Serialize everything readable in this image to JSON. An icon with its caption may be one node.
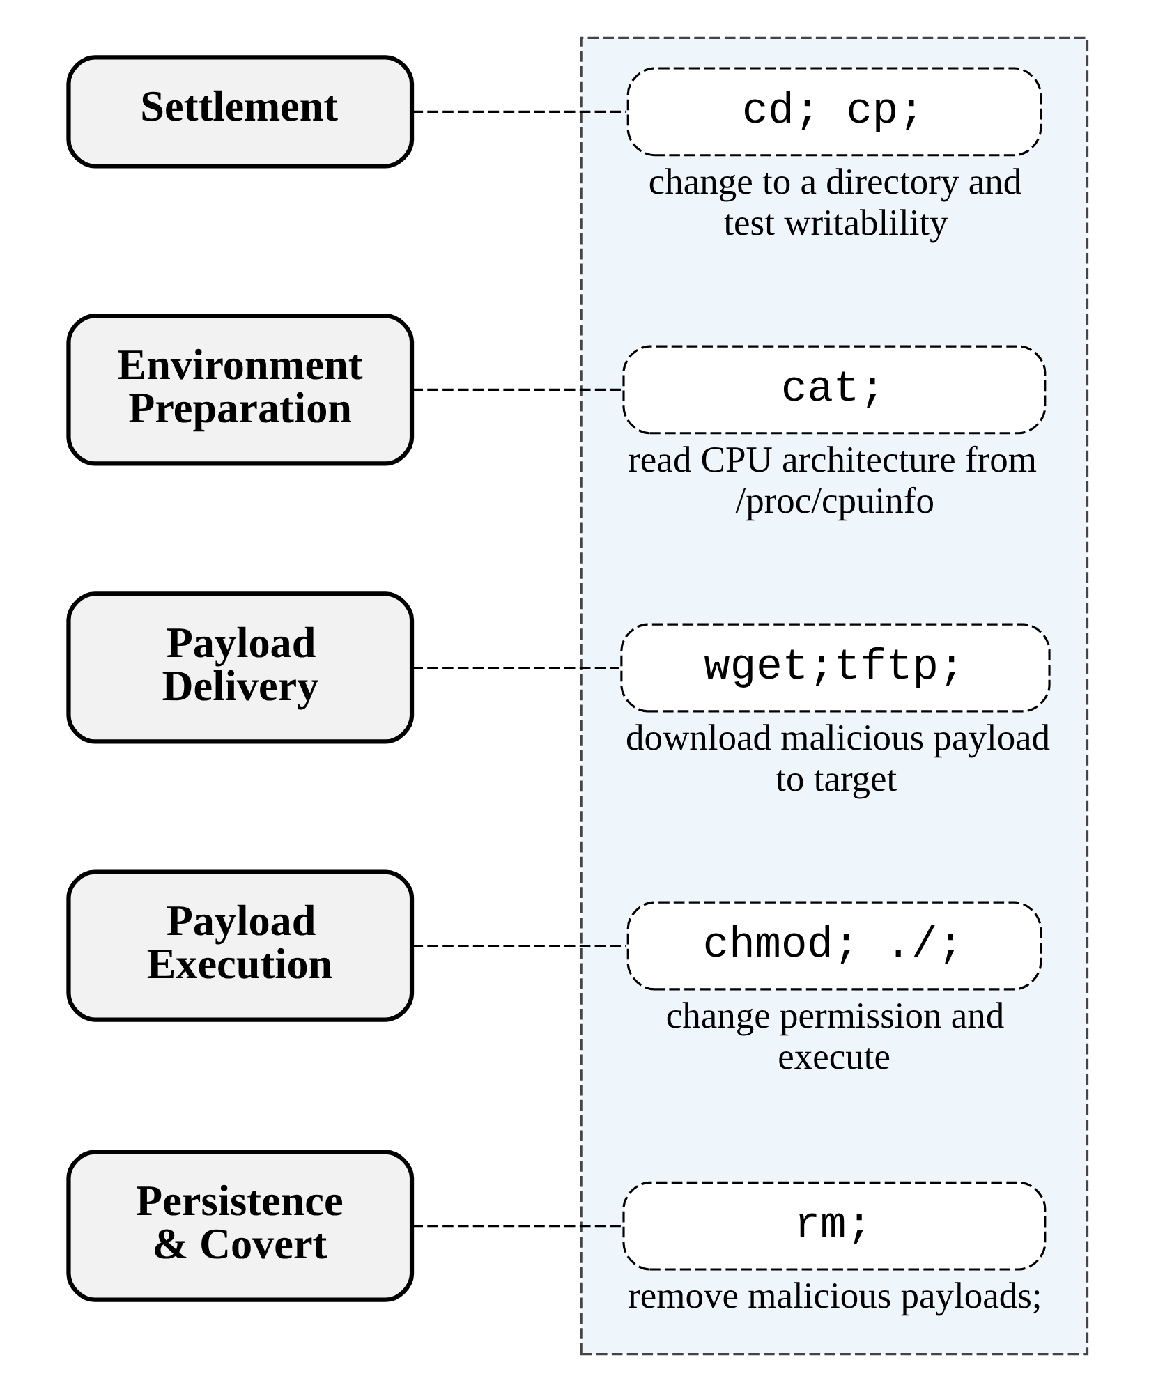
{
  "diagram": {
    "nodes": [
      {
        "text": [
          "Settlement"
        ]
      },
      {
        "text": [
          "Environment Preparation"
        ]
      },
      {
        "text": [
          "Payload Delivery"
        ]
      },
      {
        "text": [
          "Payload Execution"
        ]
      },
      {
        "text": [
          "Persistence & Covert"
        ]
      },
      {
        "text": [],
        "shape": "box"
      },
      {
        "text": [
          "cd; cp;"
        ],
        "in": 5,
        "beside": [
          "change to a directory and test writablility"
        ]
      },
      {
        "text": [
          "cat;"
        ],
        "in": 5,
        "beside": [
          "read CPU architecture from /proc/cpuinfo"
        ]
      },
      {
        "text": [
          "wget;tftp;"
        ],
        "in": 5,
        "beside": [
          "download malicious payload to target"
        ]
      },
      {
        "text": [
          "chmod; ./;"
        ],
        "in": 5,
        "beside": [
          "change permission and execute"
        ]
      },
      {
        "text": [
          "rm;"
        ],
        "in": 5,
        "beside": [
          "remove malicious payloads;"
        ]
      }
    ],
    "edges": [
      {
        "from": 0,
        "to": 6,
        "arrow": "none",
        "style": "dashed"
      },
      {
        "from": 1,
        "to": 7,
        "arrow": "none",
        "style": "dashed"
      },
      {
        "from": 2,
        "to": 8,
        "arrow": "none",
        "style": "dashed"
      },
      {
        "from": 3,
        "to": 9,
        "arrow": "none",
        "style": "dashed"
      },
      {
        "from": 4,
        "to": 10,
        "arrow": "none",
        "style": "dashed"
      }
    ]
  }
}
